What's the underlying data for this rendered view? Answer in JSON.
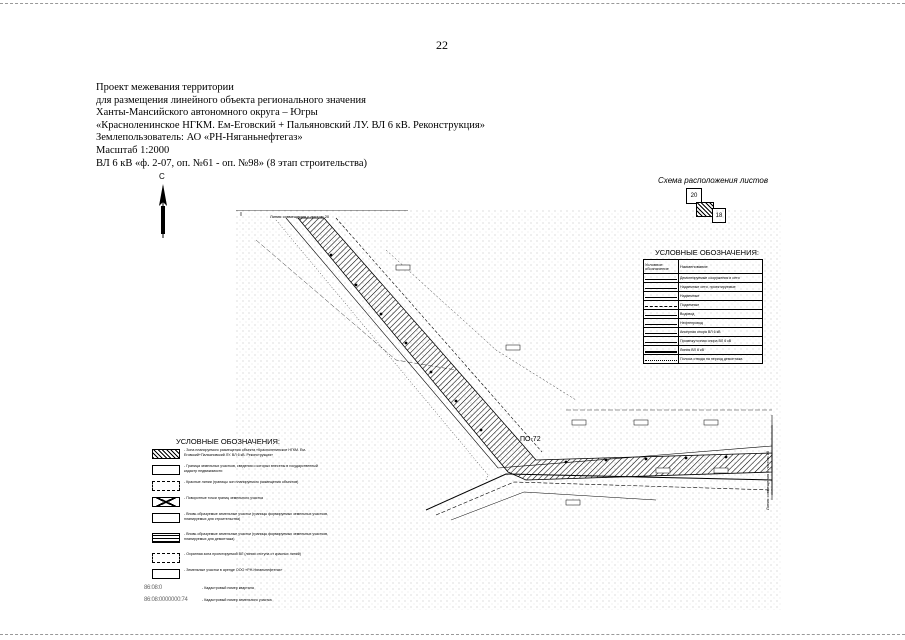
{
  "page_number": "22",
  "header_lines": [
    "Проект межевания территории",
    "для размещения линейного объекта регионального значения",
    "Ханты-Мансийского автономного округа – Югры",
    "«Красноленинское НГКМ. Ем-Еговский + Пальяновский ЛУ. ВЛ 6 кВ. Реконструкция»",
    "Землепользователь: АО «РН-Няганьнефтегаз»",
    "Масштаб 1:2000",
    "ВЛ 6 кВ «ф. 2-07, оп. №61 - оп. №98» (8 этап строительства)"
  ],
  "north_arrow_label": "С",
  "sheet_scheme": {
    "title": "Схема расположения листов",
    "sheets": [
      "20",
      "18"
    ]
  },
  "map": {
    "match_line_top": "Линия совмещения с листом 20",
    "match_line_right": "Линия совмещения с листом 18",
    "angle_label": "ПО-72"
  },
  "legend_right": {
    "title": "УСЛОВНЫЕ ОБОЗНАЧЕНИЯ:",
    "header_symbol": "Условное обозначение",
    "header_name": "Наименование",
    "items": [
      "Демонтируемые сооружения и сети",
      "Надземные сети, проектируемые",
      "Надземные",
      "Подземные",
      "Водовод",
      "Нефтепровод",
      "Анкерная опора ВЛ 6 кВ",
      "Промежуточная опора ВЛ 6 кВ",
      "Линия ВЛ 6 кВ",
      "Полоса отвода на период демонтажа"
    ]
  },
  "legend_left": {
    "title": "УСЛОВНЫЕ ОБОЗНАЧЕНИЯ:",
    "items": [
      "- Зона планируемого размещения объекта «Красноленинское НГКМ. Ем-Еговский+Пальяновский ЛУ. ВЛ 6 кВ. Реконструкция»",
      "- Граница земельных участков, сведения о которых внесены в государственный кадастр недвижимости",
      "- Красные линии (границы зон планируемого размещения объектов)",
      "- Поворотные точки границ земельного участка",
      "- Вновь образуемые земельные участки (границы формируемых земельных участков, планируемых для строительства)",
      "- Вновь образуемые земельные участки (границы формируемых земельных участков, планируемых для демонтажа)",
      "- Охранная зона проектируемой ВЛ (линии отступа от красных линий)",
      "- Земельные участки в аренде ООО «РН-Няганьнефтегаз»"
    ],
    "cadastral_rows": [
      {
        "num": "86:08:0",
        "label": "- Кадастровый номер квартала"
      },
      {
        "num": "86:08:0000000:74",
        "label": "- Кадастровый номер земельного участка"
      }
    ]
  }
}
